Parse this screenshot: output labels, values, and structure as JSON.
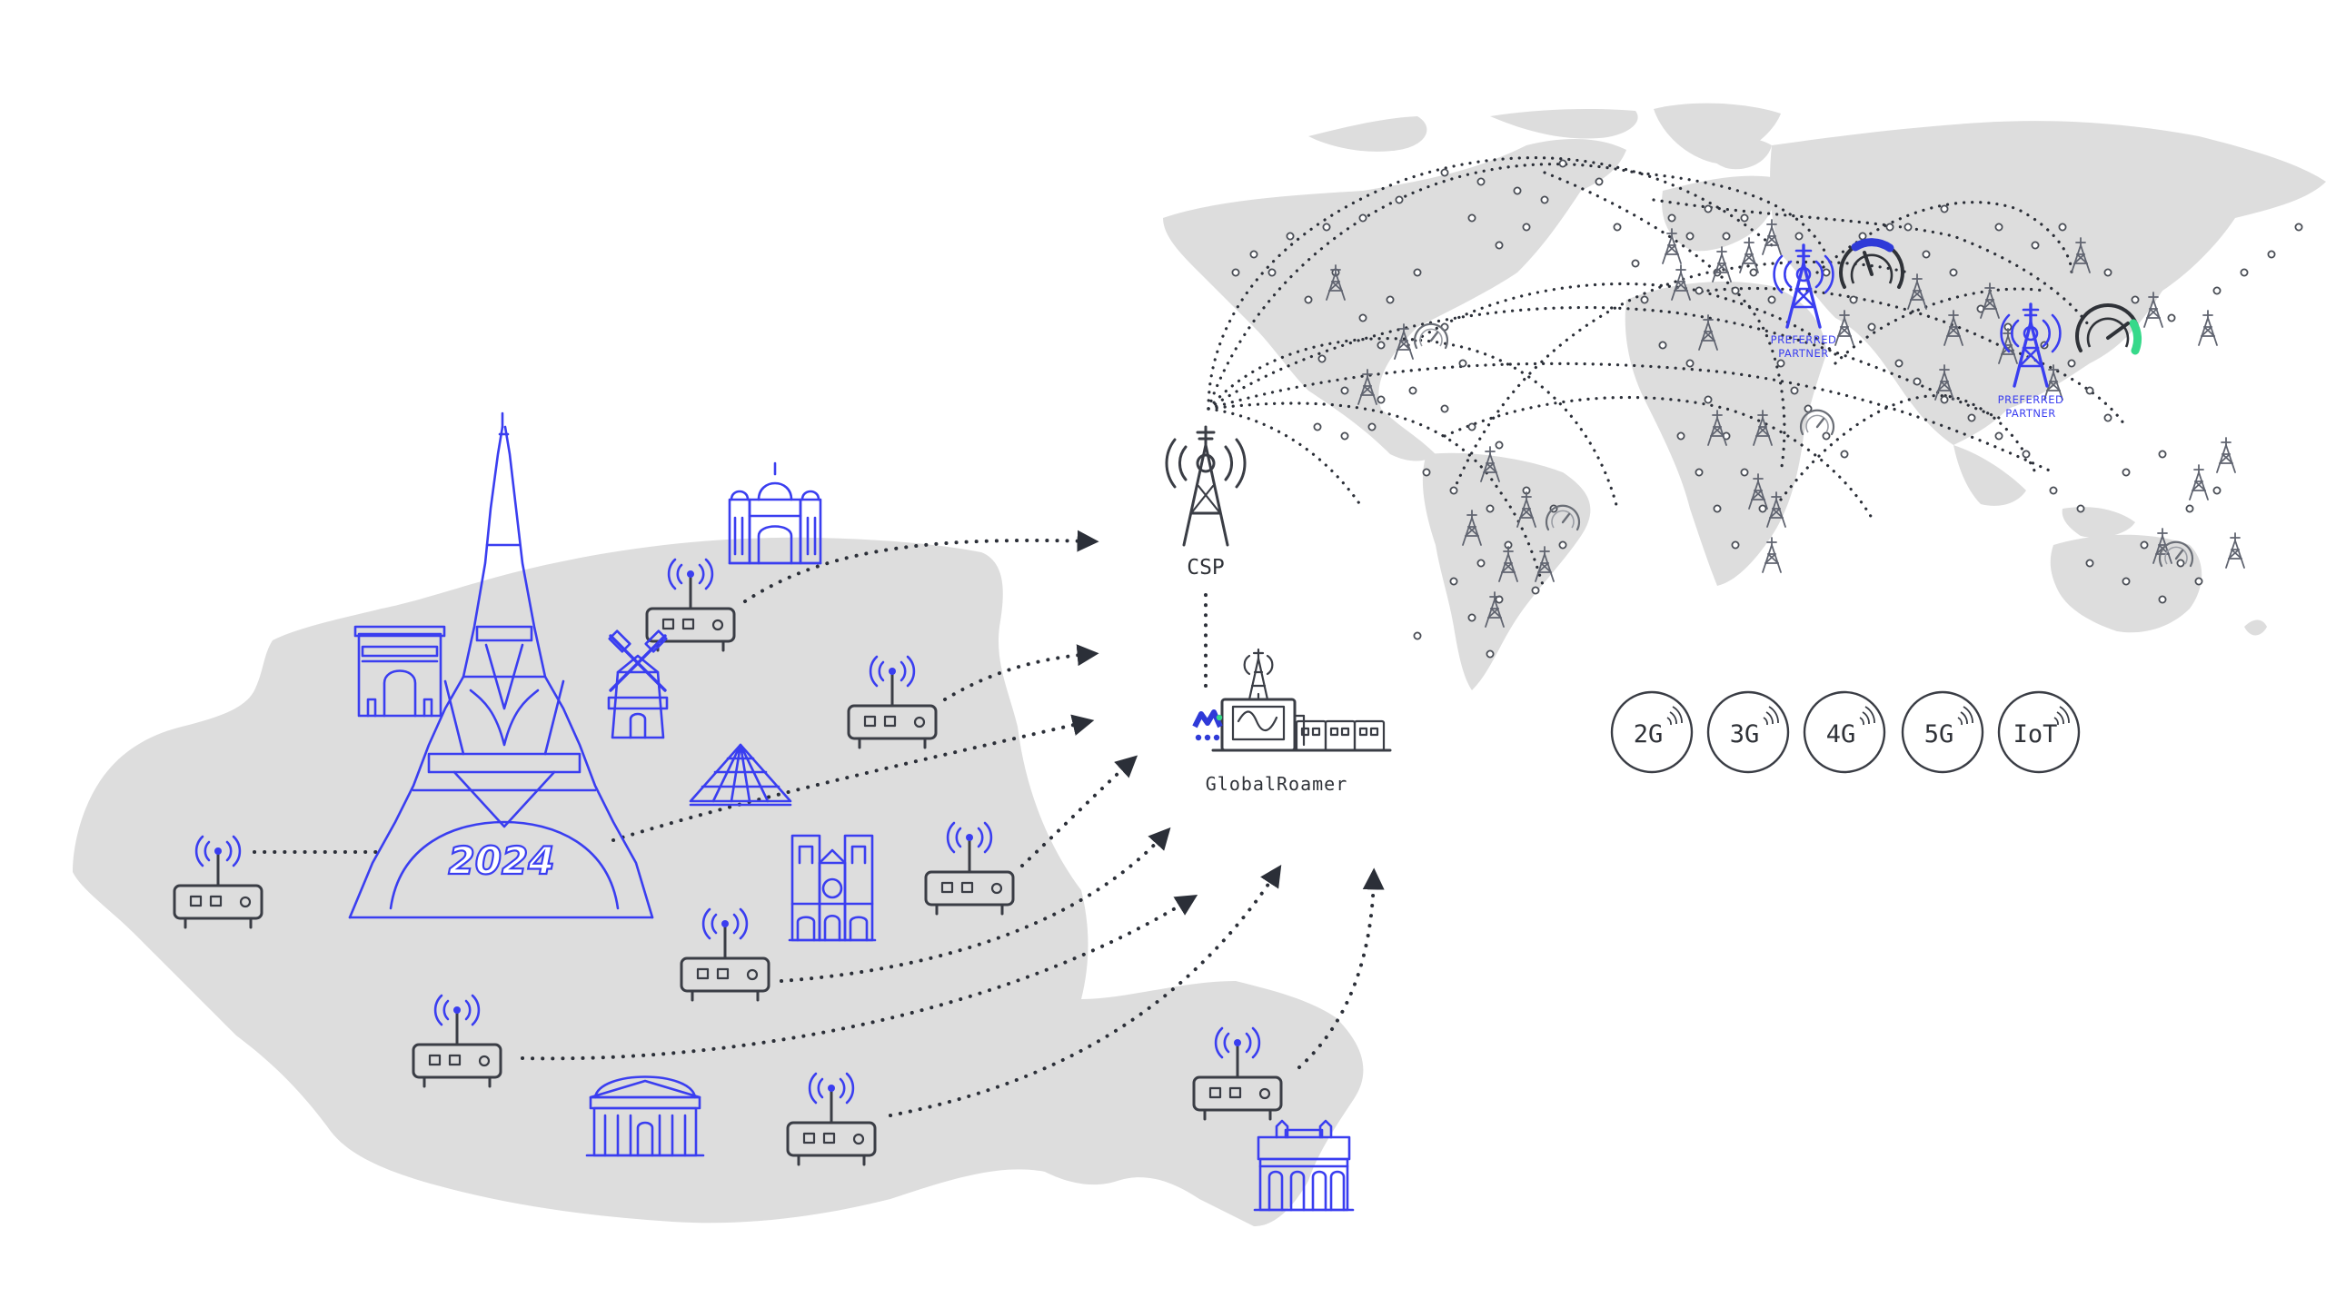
{
  "diagram": {
    "csp_label": "CSP",
    "globalroamer_label": "GlobalRoamer",
    "eiffel_year": "2024",
    "preferred_partner_line1": "PREFERRED",
    "preferred_partner_line2": "PARTNER",
    "network_badges": [
      "2G",
      "3G",
      "4G",
      "5G",
      "IoT"
    ]
  },
  "colors": {
    "map_land": "#dddddd",
    "landmark_blue": "#3a3ef0",
    "ink": "#2b2f38",
    "gauge_blue": "#2f3ad8",
    "gauge_green": "#36d98a"
  },
  "icons": [
    "router-icon",
    "eiffel-tower-icon",
    "arc-de-triomphe-icon",
    "moulin-rouge-icon",
    "louvre-pyramid-icon",
    "notre-dame-icon",
    "berlin-cathedral-icon",
    "pantheon-icon",
    "opera-house-icon",
    "cell-tower-icon",
    "speed-gauge-icon",
    "globalroamer-logo-icon"
  ]
}
